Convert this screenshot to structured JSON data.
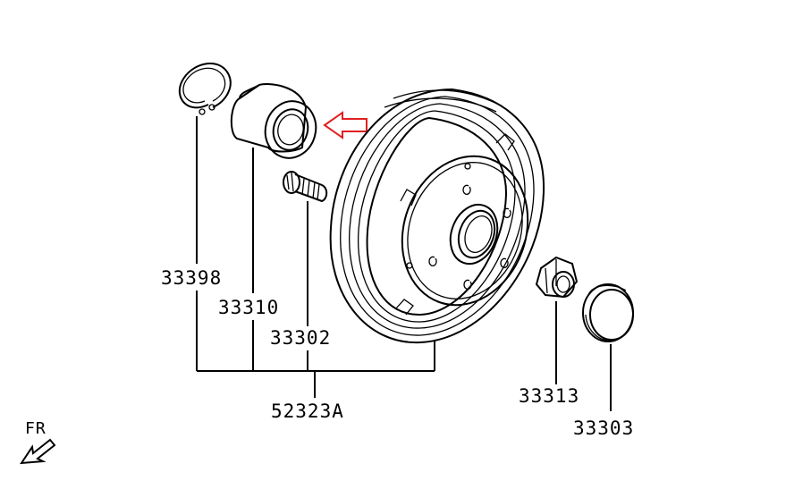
{
  "diagram": {
    "parts": {
      "snap_ring": "33398",
      "bearing": "33310",
      "hub_bolt": "33302",
      "assembly": "52323A",
      "nut": "33313",
      "cap": "33303"
    },
    "orientation_label": "FR",
    "colors": {
      "line": "#000000",
      "highlight_arrow": "#e02020",
      "background": "#ffffff"
    }
  }
}
